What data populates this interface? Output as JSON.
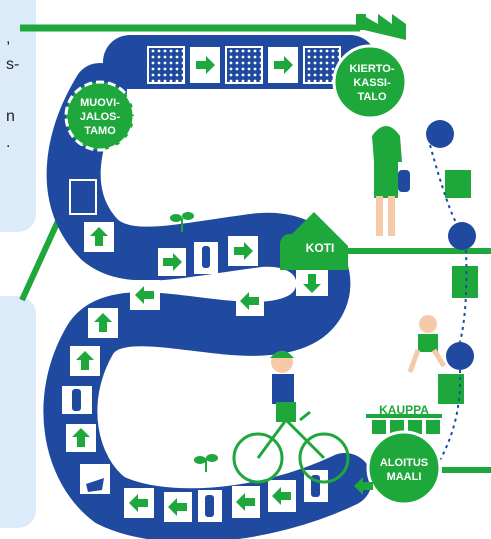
{
  "colors": {
    "blue": "#1f4aa0",
    "green": "#1ea83c",
    "light_panel": "#dcebfa",
    "white": "#ffffff"
  },
  "panel_top": {
    "text_lines": [
      ",",
      "s-",
      "",
      "n",
      "."
    ]
  },
  "labels": {
    "muovi": [
      "MUOVI-",
      "JALOS-",
      "TAMO"
    ],
    "kierto": [
      "KIERTO-",
      "KASSI-",
      "TALO"
    ],
    "koti": "KOTI",
    "kauppa": "KAUPPA",
    "aloitus": [
      "ALOITUS",
      "MAALI"
    ]
  },
  "icons": [
    "factory-icon",
    "house-icon",
    "shop-icon",
    "gear-badge-icon",
    "arrow-right-icon",
    "arrow-left-icon",
    "arrow-up-icon",
    "arrow-down-icon",
    "plastic-bag-icon",
    "bottle-icon",
    "person-girl-icon",
    "person-child-icon",
    "person-cyclist-icon",
    "bicycle-icon",
    "sprout-icon",
    "ball-icon"
  ]
}
